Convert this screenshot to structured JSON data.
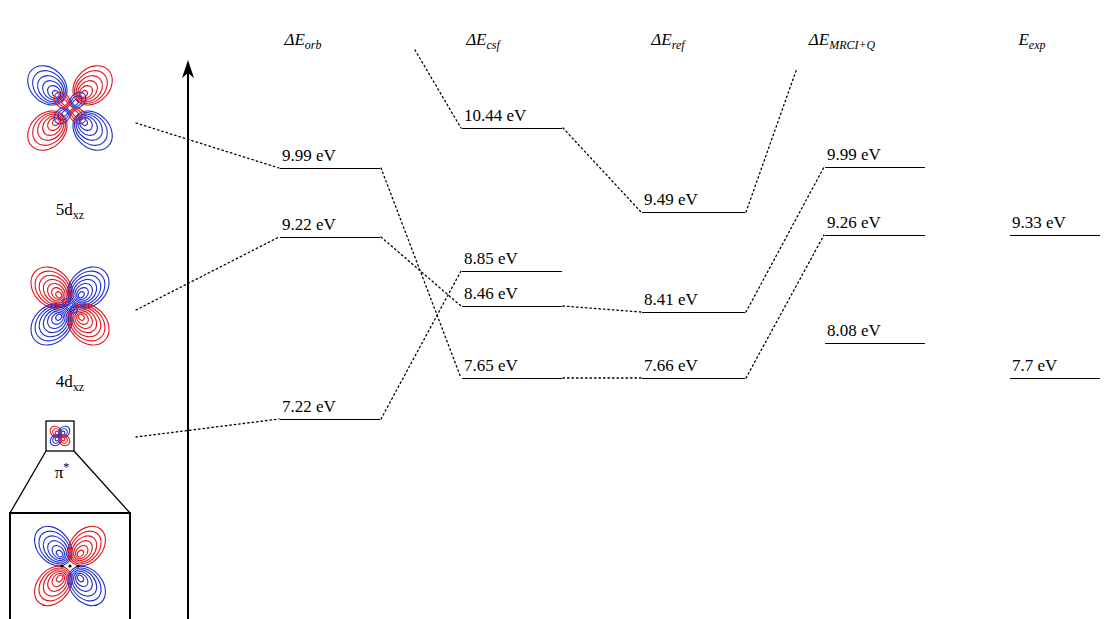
{
  "diagram": {
    "nodes": [
      {
        "text": [
          "9.99 eV"
        ]
      },
      {
        "text": [
          "9.22 eV"
        ]
      },
      {
        "text": [
          "7.22 eV"
        ]
      },
      {
        "text": [
          "10.44 eV"
        ]
      },
      {
        "text": [
          "8.85 eV"
        ]
      },
      {
        "text": [
          "8.46 eV"
        ]
      },
      {
        "text": [
          "7.65 eV"
        ]
      },
      {
        "text": [
          "9.49 eV"
        ]
      },
      {
        "text": [
          "8.41 eV"
        ]
      },
      {
        "text": [
          "7.66 eV"
        ]
      },
      {
        "text": [
          "9.99 eV"
        ]
      },
      {
        "text": [
          "9.26 eV"
        ]
      },
      {
        "text": [
          "8.08 eV"
        ]
      },
      {
        "text": [
          "9.33 eV"
        ]
      },
      {
        "text": [
          "7.7 eV"
        ]
      }
    ],
    "edges": [
      {
        "from": 0,
        "to": 6,
        "arrow": "none"
      },
      {
        "from": 1,
        "to": 5,
        "arrow": "none"
      },
      {
        "from": 2,
        "to": 4,
        "arrow": "none"
      },
      {
        "from": 3,
        "to": 7,
        "arrow": "none"
      },
      {
        "from": 5,
        "to": 8,
        "arrow": "none"
      },
      {
        "from": 6,
        "to": 9,
        "arrow": "none"
      },
      {
        "from": 8,
        "to": 10,
        "arrow": "none"
      },
      {
        "from": 9,
        "to": 11,
        "arrow": "none"
      }
    ],
    "labels": [
      "ΔEorb",
      "ΔEcsf",
      "ΔEref",
      "ΔEMRCI+Q",
      "Eexp",
      "5dxz",
      "4dxz",
      "π*"
    ]
  }
}
